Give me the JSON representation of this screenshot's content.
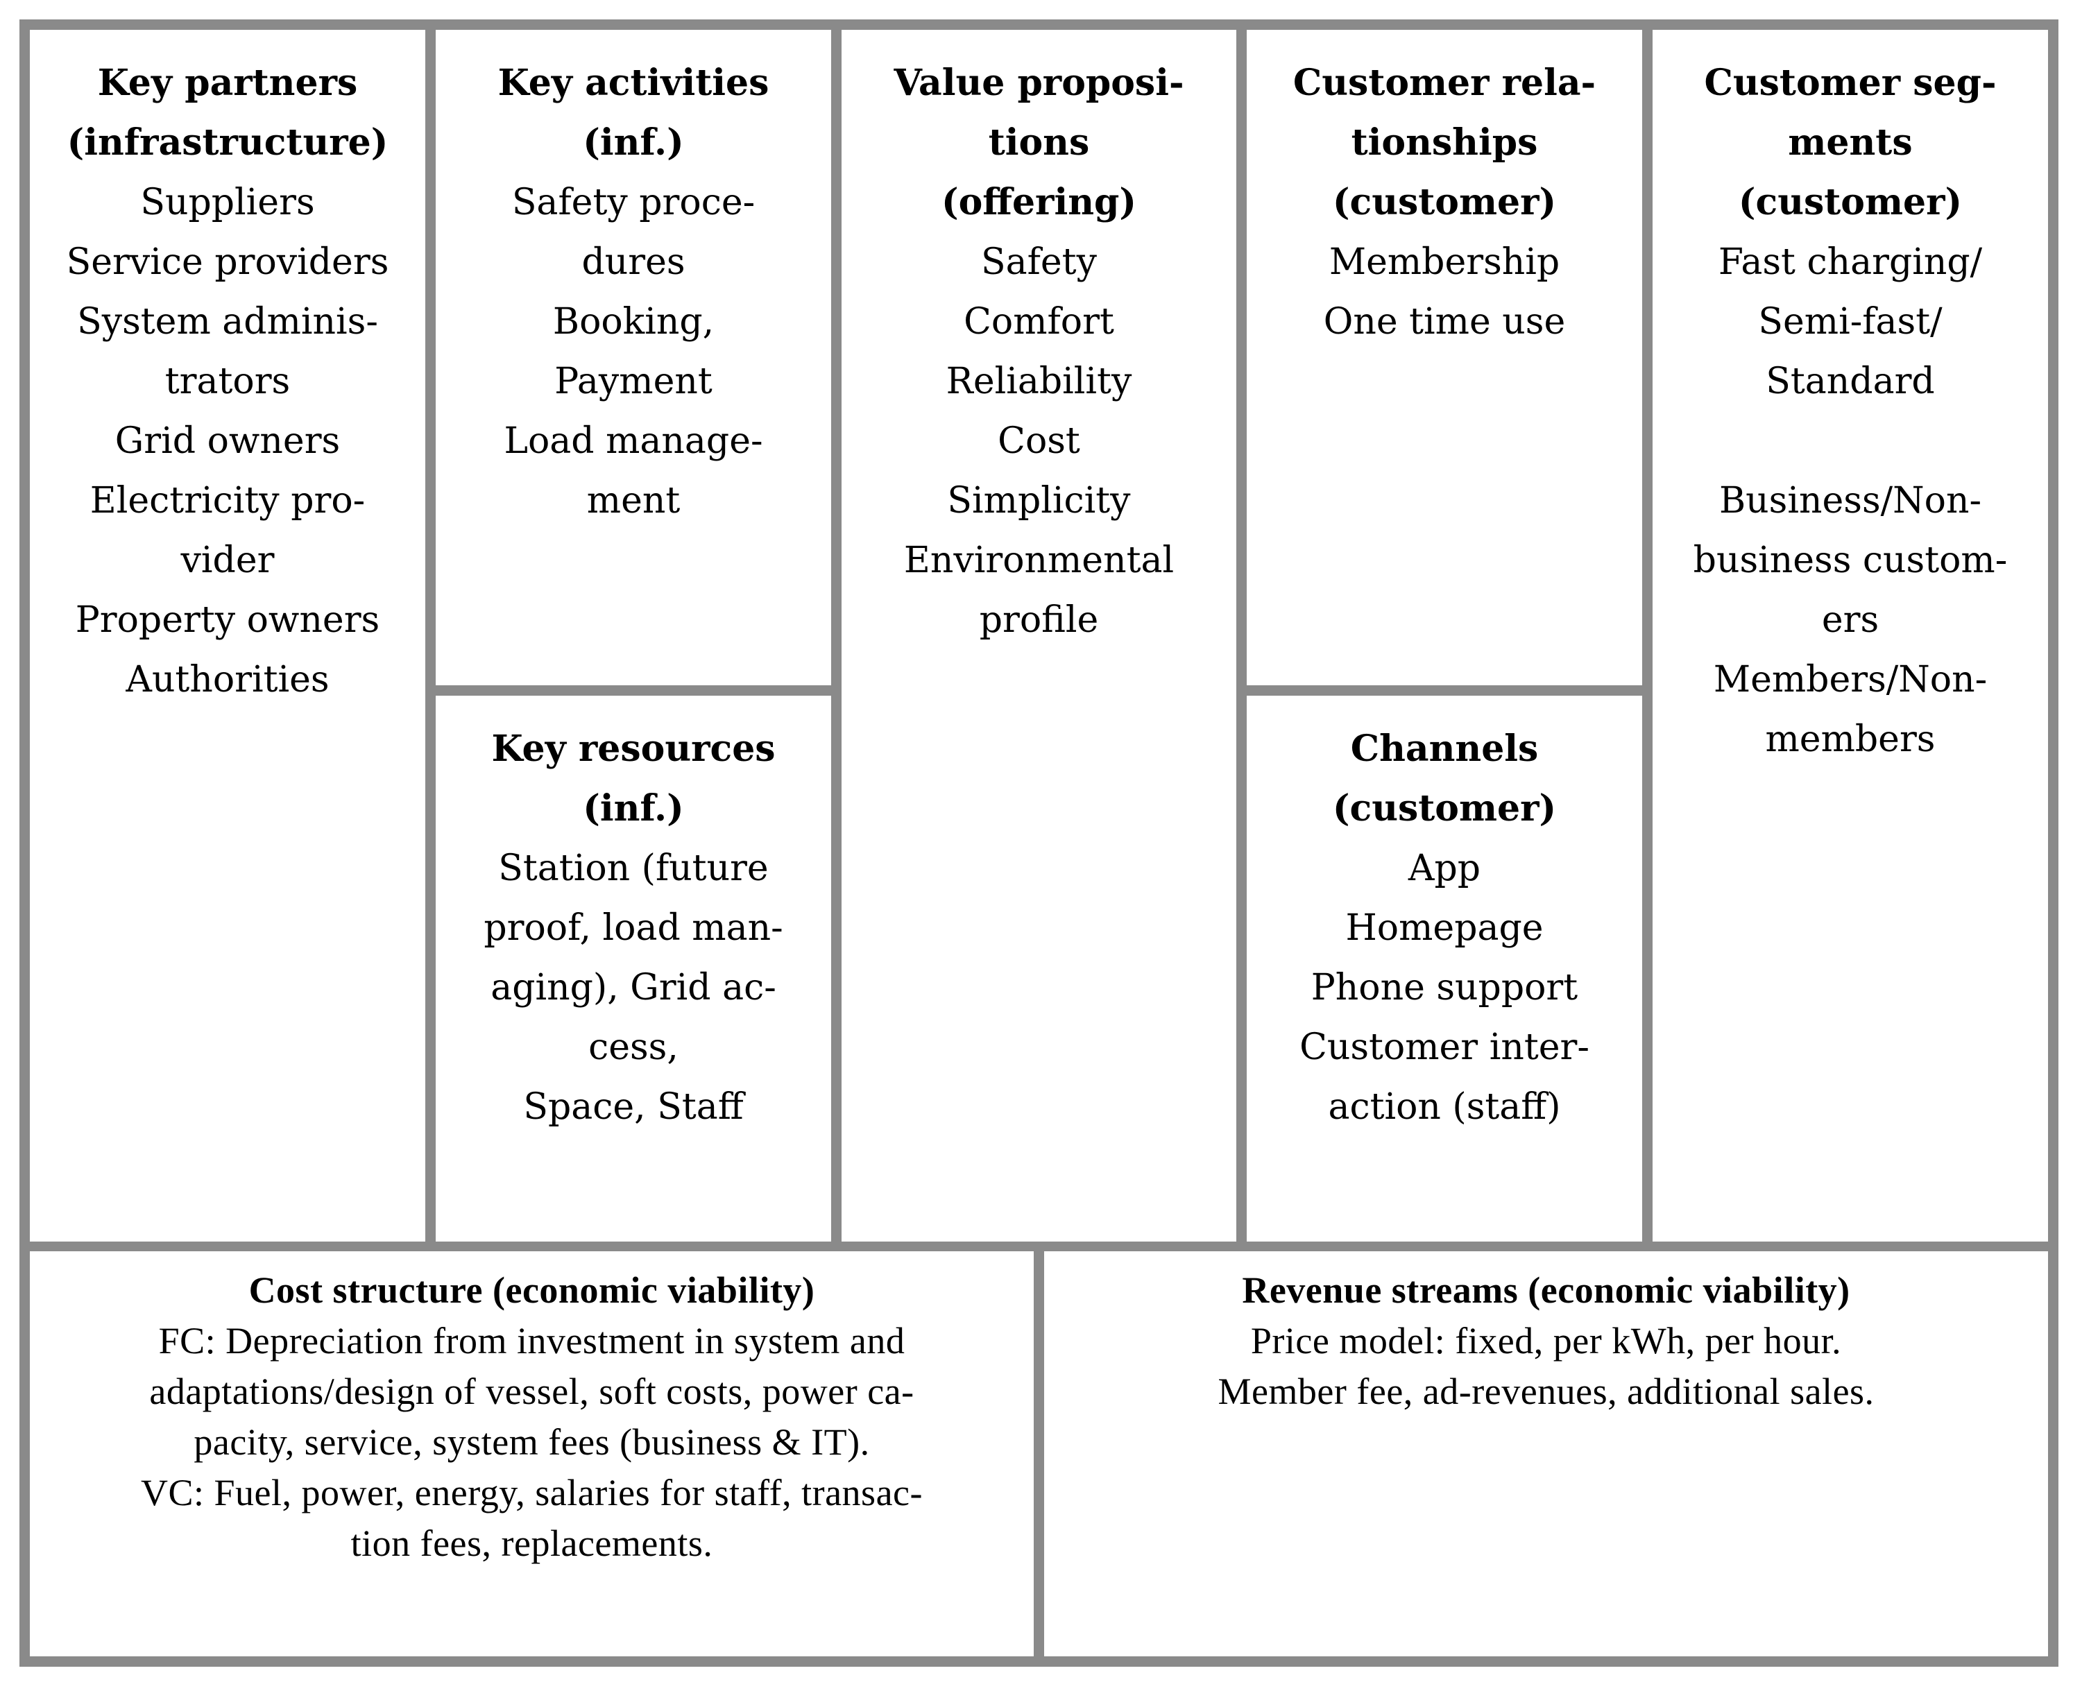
{
  "figure": {
    "type": "business-model-canvas",
    "background": "#ffffff",
    "border_color": "#8a8a8a",
    "text_color": "#000000",
    "cells": {
      "key_partners": {
        "title_lines": [
          "Key partners",
          "(infrastructure)"
        ],
        "body_lines": [
          "Suppliers",
          "Service providers",
          "System adminis-",
          "trators",
          "Grid owners",
          "Electricity pro-",
          "vider",
          "Property owners",
          "Authorities"
        ]
      },
      "key_activities": {
        "title_lines": [
          "Key activities",
          "(inf.)"
        ],
        "body_lines": [
          "Safety proce-",
          "dures",
          "Booking,",
          "Payment",
          "Load manage-",
          "ment"
        ]
      },
      "key_resources": {
        "title_lines": [
          "Key resources",
          "(inf.)"
        ],
        "body_lines": [
          "Station (future",
          "proof, load man-",
          "aging), Grid ac-",
          "cess,",
          "Space, Staff"
        ]
      },
      "value_propositions": {
        "title_lines": [
          "Value proposi-",
          "tions",
          "(offering)"
        ],
        "body_lines": [
          "Safety",
          "Comfort",
          "Reliability",
          "Cost",
          "Simplicity",
          "Environmental",
          "profile"
        ]
      },
      "customer_relationships": {
        "title_lines": [
          "Customer rela-",
          "tionships",
          "(customer)"
        ],
        "body_lines": [
          "Membership",
          "One time use"
        ]
      },
      "channels": {
        "title_lines": [
          "Channels",
          "(customer)"
        ],
        "body_lines": [
          "App",
          "Homepage",
          "Phone support",
          "Customer inter-",
          "action (staff)"
        ]
      },
      "customer_segments": {
        "title_lines": [
          "Customer seg-",
          "ments",
          "(customer)"
        ],
        "body_lines": [
          "Fast charging/",
          "Semi-fast/",
          "Standard",
          "",
          "Business/Non-",
          "business custom-",
          "ers",
          "Members/Non-",
          "members"
        ]
      },
      "cost_structure": {
        "title_lines": [
          "Cost structure (economic viability)"
        ],
        "body_lines": [
          "FC: Depreciation from investment in system and",
          "adaptations/design of vessel, soft costs, power ca-",
          "pacity, service, system fees (business & IT).",
          "VC: Fuel, power, energy, salaries for staff, transac-",
          "tion fees, replacements."
        ]
      },
      "revenue_streams": {
        "title_lines": [
          "Revenue streams (economic viability)"
        ],
        "body_lines": [
          "Price model: fixed, per kWh, per hour.",
          "Member fee, ad-revenues, additional sales."
        ]
      }
    }
  }
}
